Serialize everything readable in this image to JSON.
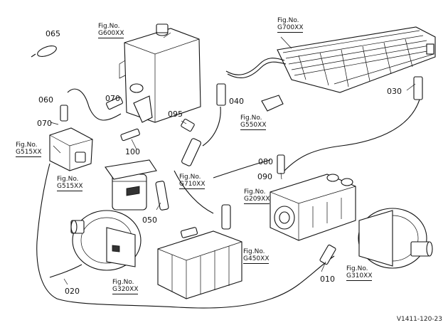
{
  "part_labels": {
    "p010": "010",
    "p020": "020",
    "p030": "030",
    "p040": "040",
    "p050": "050",
    "p060": "060",
    "p065": "065",
    "p070a": "070",
    "p070b": "070",
    "p080": "080",
    "p090": "090",
    "p095": "095",
    "p100": "100"
  },
  "figure_refs": {
    "g600": {
      "title": "Fig.No.",
      "code": "G600XX"
    },
    "g700": {
      "title": "Fig.No.",
      "code": "G700XX"
    },
    "g550": {
      "title": "Fig.No.",
      "code": "G550XX"
    },
    "g515a": {
      "title": "Fig.No.",
      "code": "G515XX"
    },
    "g515b": {
      "title": "Fig.No.",
      "code": "G515XX"
    },
    "g710": {
      "title": "Fig.No.",
      "code": "G710XX"
    },
    "g209": {
      "title": "Fig.No.",
      "code": "G209XX"
    },
    "g450": {
      "title": "Fig.No.",
      "code": "G450XX"
    },
    "g320": {
      "title": "Fig.No.",
      "code": "G320XX"
    },
    "g310": {
      "title": "Fig.No.",
      "code": "G310XX"
    }
  },
  "footer_code": "V1411-120-23"
}
